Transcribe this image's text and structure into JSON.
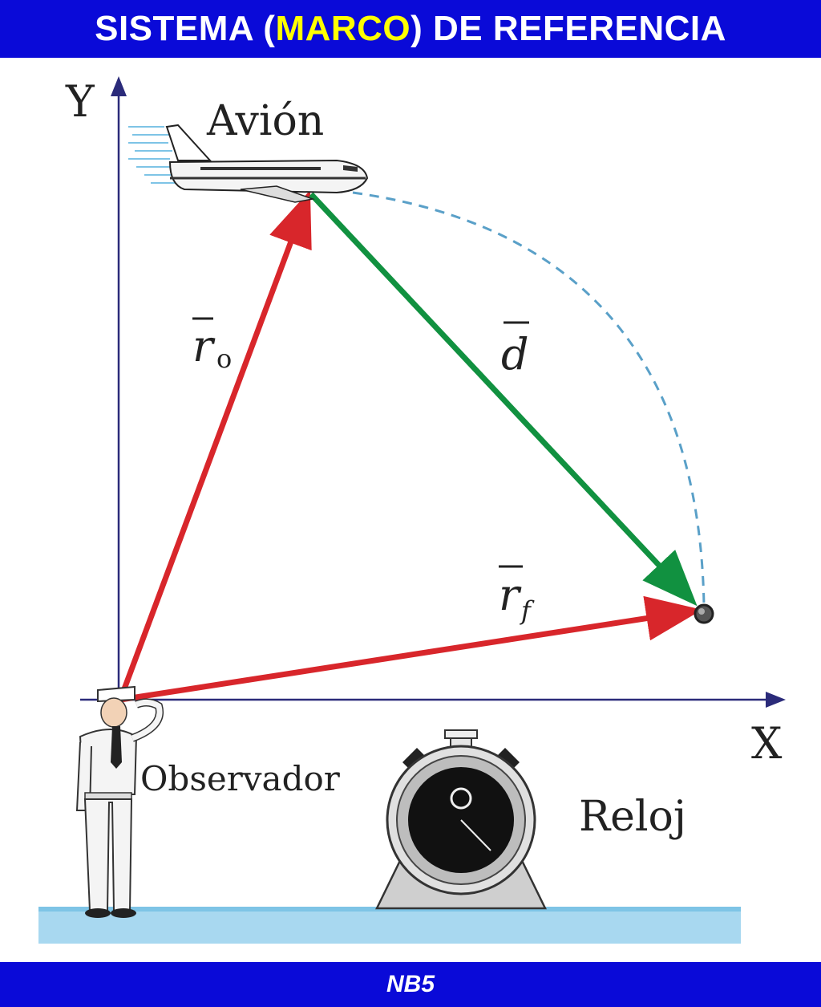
{
  "header": {
    "title_part1": "SISTEMA (",
    "title_highlight": "MARCO",
    "title_part2": ") DE REFERENCIA"
  },
  "diagram": {
    "axis_y_label": "Y",
    "axis_x_label": "X",
    "plane_label": "Avión",
    "observer_label": "Observador",
    "clock_label": "Reloj",
    "vector_r0": {
      "symbol": "r",
      "subscript": "o"
    },
    "vector_rf": {
      "symbol": "r",
      "subscript": "f"
    },
    "vector_d": {
      "symbol": "d"
    }
  },
  "footer": {
    "text": "NB5"
  },
  "colors": {
    "bar": "#0a0ad8",
    "highlight": "#ffff00",
    "vector_position": "#d8262b",
    "vector_displacement": "#119140",
    "trajectory": "#5aa0c8",
    "axes": "#2b2b7a",
    "ground": "#a8d8f0"
  },
  "icons": [
    "airplane-icon",
    "sailor-observer-icon",
    "stopwatch-icon"
  ]
}
